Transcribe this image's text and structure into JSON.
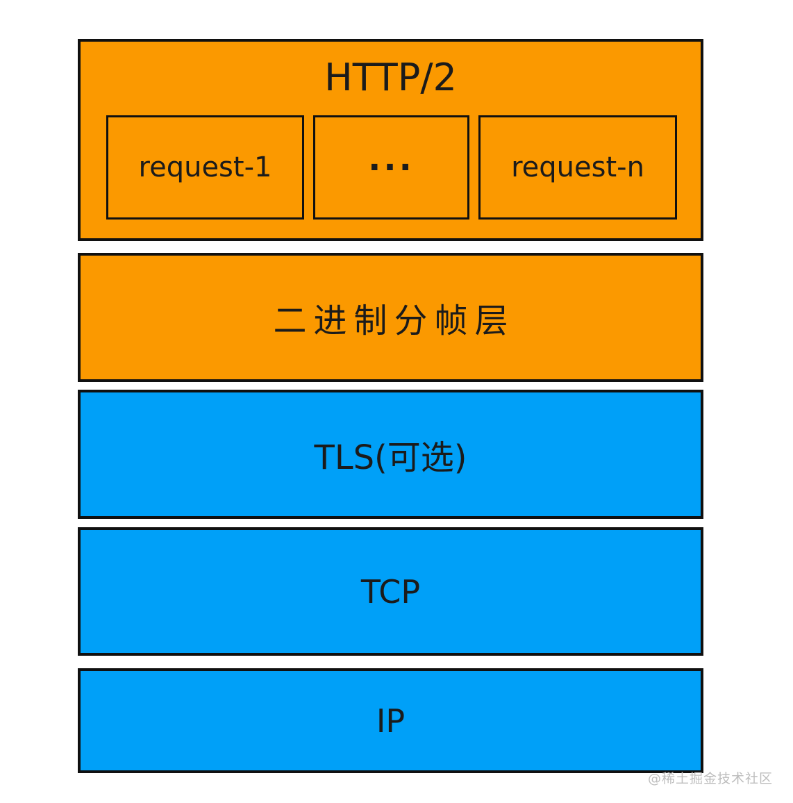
{
  "diagram": {
    "watermark": "@稀土掘金技术社区",
    "colors": {
      "orange": "#FB9900",
      "blue": "#00A0F8",
      "border": "#101010",
      "text": "#1B1B1B",
      "watermark_gray": "#BDBDBD",
      "background": "#FFFFFF"
    },
    "layers": [
      {
        "id": "http2",
        "label": "HTTP/2",
        "fill": "orange",
        "requests": [
          "request-1",
          "···",
          "request-n"
        ]
      },
      {
        "id": "binary-framing-layer",
        "label": "二进制分帧层",
        "fill": "orange"
      },
      {
        "id": "tls",
        "label": "TLS(可选)",
        "fill": "blue"
      },
      {
        "id": "tcp",
        "label": "TCP",
        "fill": "blue"
      },
      {
        "id": "ip",
        "label": "IP",
        "fill": "blue"
      }
    ]
  }
}
